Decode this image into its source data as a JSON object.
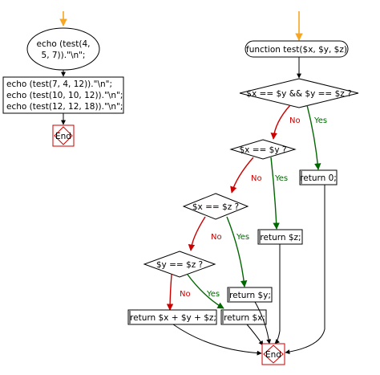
{
  "colors": {
    "start_arrow": "#f5a623",
    "no_branch": "#cc0000",
    "yes_branch": "#006600",
    "end_border": "#cc0000",
    "flow": "#000000"
  },
  "left": {
    "start_lines": [
      "echo (test(4,",
      "5, 7)).\"\\n\";"
    ],
    "statements": [
      "echo (test(7, 4, 12)).\"\\n\";",
      "echo (test(10, 10, 12)).\"\\n\";",
      "echo (test(12, 12, 18)).\"\\n\";"
    ],
    "end": "End"
  },
  "right": {
    "start": "function test($x, $y, $z)",
    "decisions": [
      "$x == $y && $y == $z ?",
      "$x == $y ?",
      "$x == $z ?",
      "$y == $z ?"
    ],
    "returns": [
      "return 0;",
      "return $z;",
      "return $y;",
      "return $x;",
      "return $x + $y + $z;"
    ],
    "no_label": "No",
    "yes_label": "Yes",
    "end": "End"
  }
}
